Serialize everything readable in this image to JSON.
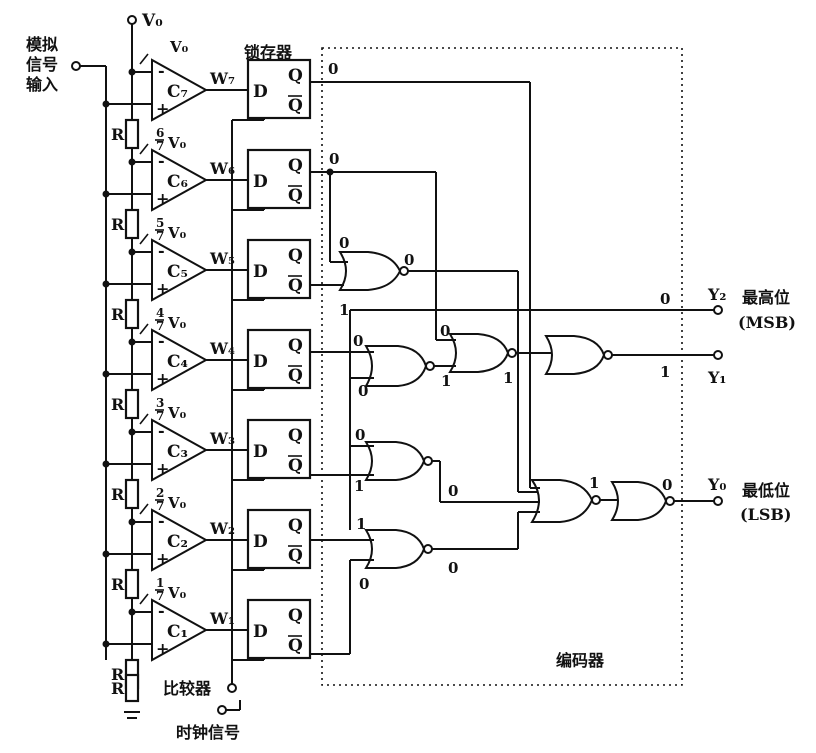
{
  "labels": {
    "v0_top": "V₀",
    "analog_input": [
      "模拟",
      "信号",
      "输入"
    ],
    "latch_title": "锁存器",
    "comparator_label": "比较器",
    "clock_label": "时钟信号",
    "encoder_label": "编码器",
    "r": "R",
    "d": "D",
    "q": "Q",
    "qbar": "Q",
    "minus": "-",
    "plus": "+",
    "y2": "Y₂",
    "y1": "Y₁",
    "y0": "Y₀",
    "msb_1": "最高位",
    "msb_2": "(MSB)",
    "lsb_1": "最低位",
    "lsb_2": "(LSB)"
  },
  "comparators": [
    {
      "name": "C₇",
      "w": "W₇",
      "ref_num": "",
      "ref_den": "",
      "ref_v": "V₀"
    },
    {
      "name": "C₆",
      "w": "W₆",
      "ref_num": "6",
      "ref_den": "7",
      "ref_v": "V₀"
    },
    {
      "name": "C₅",
      "w": "W₅",
      "ref_num": "5",
      "ref_den": "7",
      "ref_v": "V₀"
    },
    {
      "name": "C₄",
      "w": "W₄",
      "ref_num": "4",
      "ref_den": "7",
      "ref_v": "V₀"
    },
    {
      "name": "C₃",
      "w": "W₃",
      "ref_num": "3",
      "ref_den": "7",
      "ref_v": "V₀"
    },
    {
      "name": "C₂",
      "w": "W₂",
      "ref_num": "2",
      "ref_den": "7",
      "ref_v": "V₀"
    },
    {
      "name": "C₁",
      "w": "W₁",
      "ref_num": "1",
      "ref_den": "7",
      "ref_v": "V₀"
    }
  ],
  "logic_levels": {
    "q7": "0",
    "q6": "0",
    "g1_in_top": "0",
    "g1_out": "0",
    "g1_in_bottom": "1",
    "g2_in_top": "0",
    "g2_in_bottom": "0",
    "g2_out": "1",
    "g4_in": "0",
    "g4_out": "1",
    "y2_val": "0",
    "y1_val": "1",
    "g3_in_top": "0",
    "g3_in_bottom": "1",
    "g3_out": "0",
    "g5_in": "1",
    "g5_in_bottom": "0",
    "g5_out": "0",
    "g7_out": "1",
    "y0_val": "0"
  }
}
